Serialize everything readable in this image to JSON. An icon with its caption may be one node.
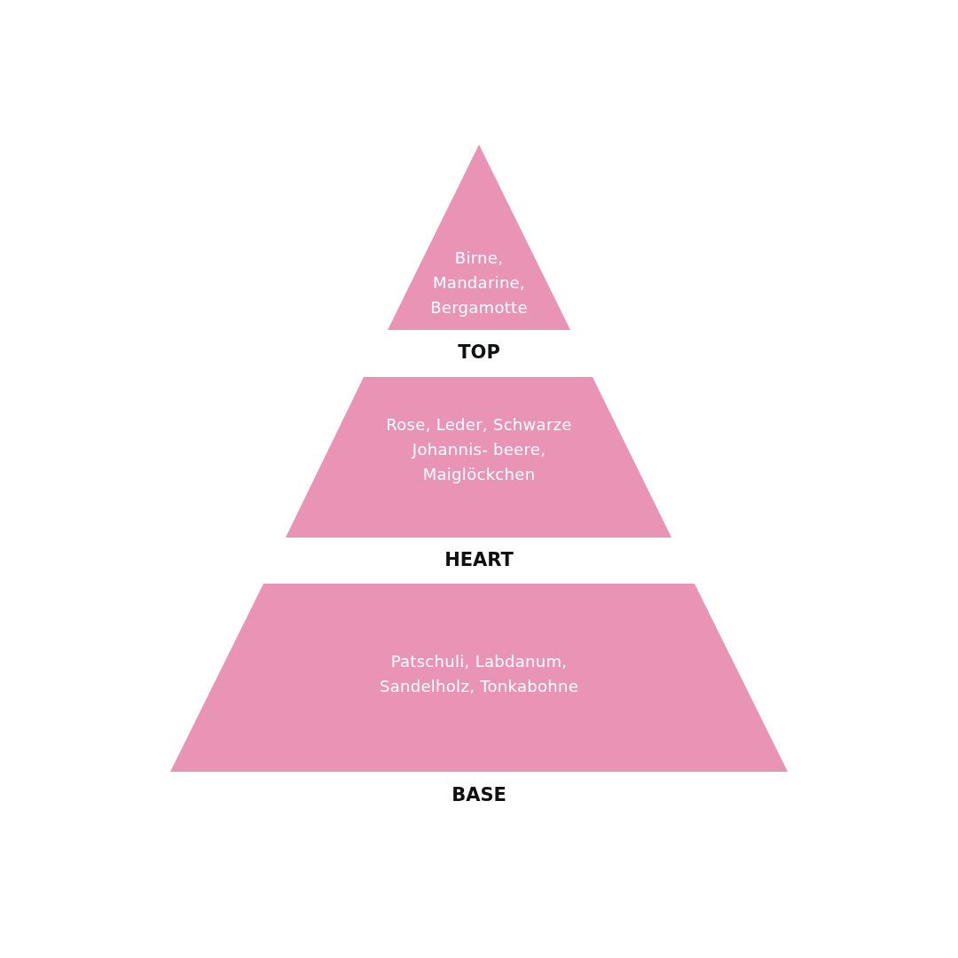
{
  "diagram": {
    "nodes": [
      {
        "text": [
          "Birne, Mandarine, Bergamotte",
          "TOP"
        ]
      },
      {
        "text": [
          "Rose, Leder, Schwarze Johannis- beere, Maiglöckchen",
          "HEART"
        ]
      },
      {
        "text": [
          "Patschuli, Labdanum, Sandelholz, Tonkabohne",
          "BASE"
        ]
      }
    ]
  }
}
